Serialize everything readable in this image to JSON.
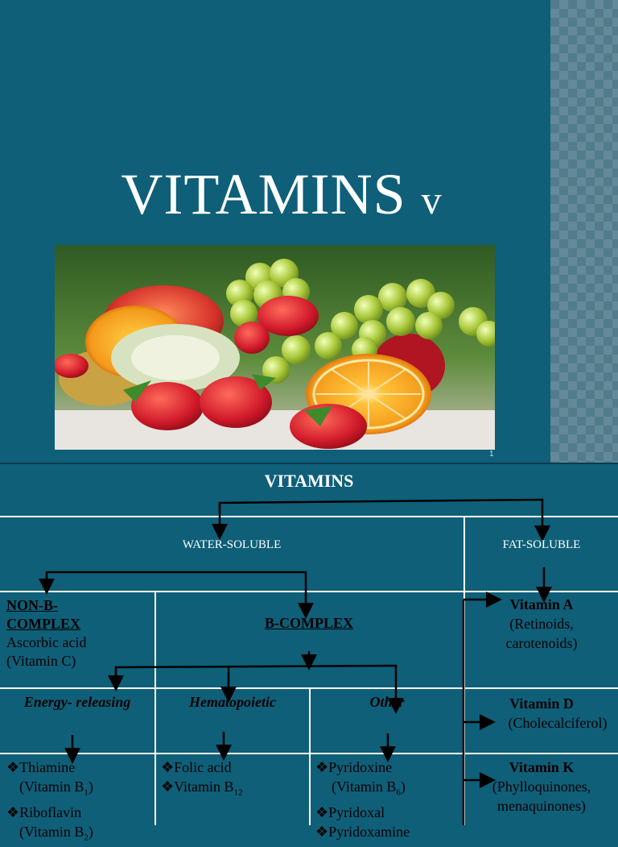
{
  "slide1": {
    "title": "VITAMINS",
    "title_suffix": "v",
    "slide_number": "1"
  },
  "chart": {
    "header": "VITAMINS",
    "water_soluble": "WATER-SOLUBLE",
    "fat_soluble": "FAT-SOLUBLE",
    "non_b_complex": {
      "heading_line1": "NON-B-",
      "heading_line2": "COMPLEX",
      "line1": "Ascorbic acid",
      "line2": "(Vitamin C)"
    },
    "b_complex": "B-COMPLEX",
    "categories": {
      "energy": "Energy- releasing",
      "hemato": "Hematopoietic",
      "other": "Other"
    },
    "energy_items": {
      "item1": "❖Thiamine",
      "item1_sub_pre": "(Vitamin B",
      "item1_sub": "1",
      "item1_post": ")",
      "item2": "❖Riboflavin",
      "item2_sub_pre": "(Vitamin B",
      "item2_sub": "2",
      "item2_post": ")"
    },
    "hemato_items": {
      "item1": "❖Folic acid",
      "item2_pre": "❖Vitamin B",
      "item2_sub": "12"
    },
    "other_items": {
      "item1": "❖Pyridoxine",
      "item1_sub_pre": "(Vitamin B",
      "item1_sub": "6",
      "item1_post": ")",
      "item2": "❖Pyridoxal",
      "item3": "❖Pyridoxamine"
    },
    "vitamin_a": {
      "name": "Vitamin A",
      "line1": "(Retinoids,",
      "line2": "carotenoids)"
    },
    "vitamin_d": {
      "name": "Vitamin D",
      "line1": "(Cholecalciferol)"
    },
    "vitamin_k": {
      "name": "Vitamin K",
      "line1": "(Phylloquinones,",
      "line2": "menaquinones)"
    }
  }
}
